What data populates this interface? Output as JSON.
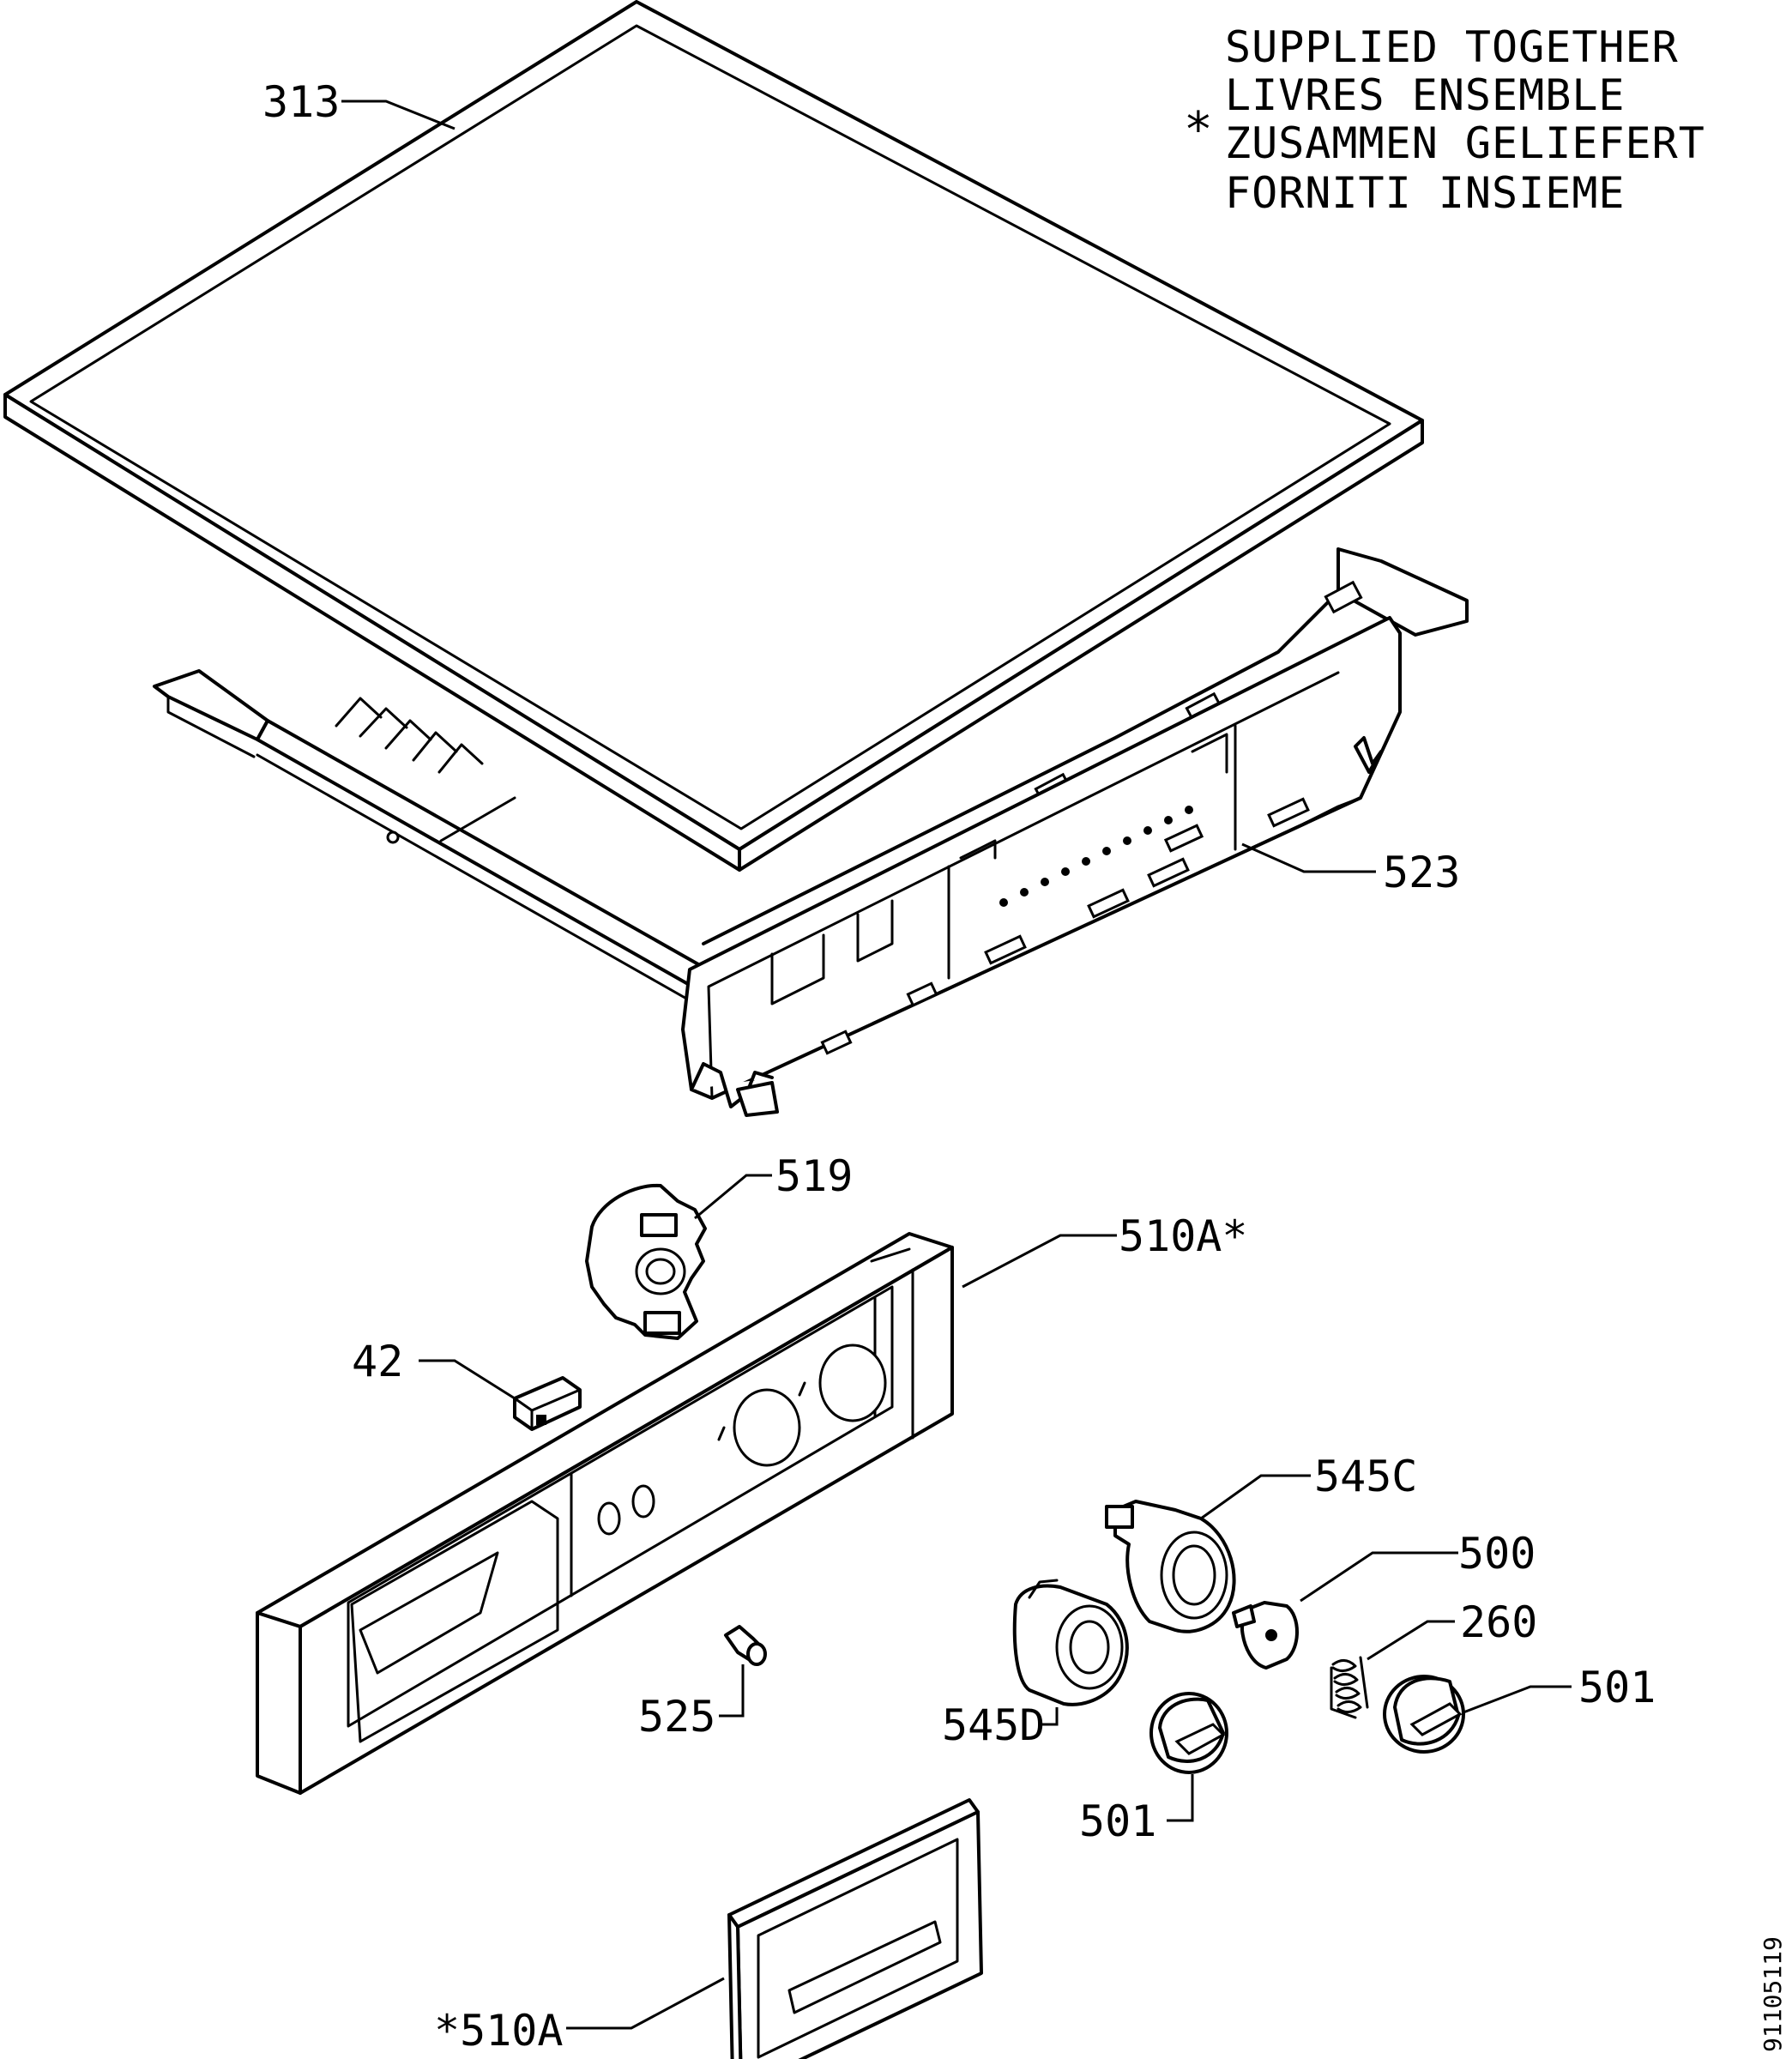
{
  "note": {
    "symbol": "*",
    "lines": [
      "SUPPLIED TOGETHER",
      "LIVRES ENSEMBLE",
      "ZUSAMMEN GELIEFERT",
      "FORNITI INSIEME"
    ]
  },
  "labels": {
    "p313": "313",
    "p523": "523",
    "p519": "519",
    "p510a_top": "510A*",
    "p42": "42",
    "p545c": "545C",
    "p500": "500",
    "p260": "260",
    "p501_right": "501",
    "p525": "525",
    "p545d": "545D",
    "p501_bottom": "501",
    "p510a_bottom": "*510A"
  },
  "reference_number": "91105119"
}
